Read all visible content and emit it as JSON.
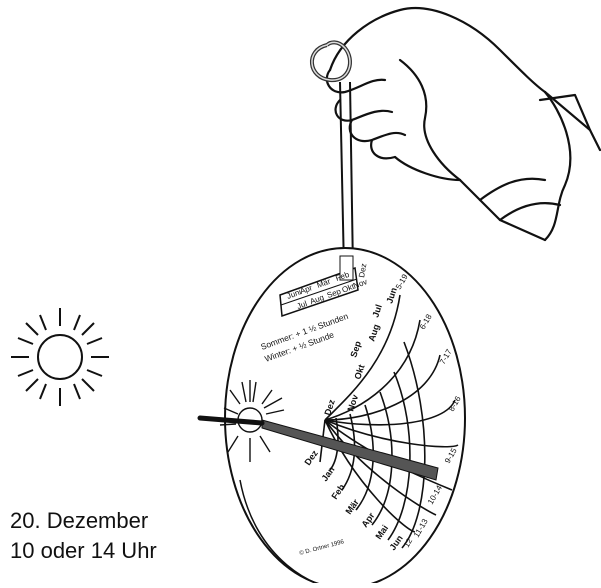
{
  "caption": {
    "line1": "20. Dezember",
    "line2": "10 oder 14 Uhr"
  },
  "dial": {
    "month_boxes_top": [
      "Juni",
      "Mai",
      "Apr",
      "Mär",
      "Feb",
      "Dez"
    ],
    "month_boxes_bottom": [
      "Jul",
      "Aug",
      "Sep",
      "Okt",
      "Nov"
    ],
    "correction_summer": "Sommer: + 1 ½ Stunden",
    "correction_winter": "Winter:  +  ½ Stunde",
    "month_labels_top": [
      "Jun",
      "Jul",
      "Aug",
      "Sep",
      "Okt",
      "Nov",
      "Dez"
    ],
    "month_labels_bottom": [
      "Dez",
      "Jan",
      "Feb",
      "Mär",
      "Apr",
      "Mai",
      "Jun"
    ],
    "hour_labels": [
      "5-19",
      "6-18",
      "7-17",
      "8-16",
      "9-15",
      "10-14",
      "11-13",
      "12"
    ],
    "copyright": "© D. Ortner 1996"
  },
  "colors": {
    "ink": "#111111",
    "shadow": "#555555",
    "background": "#ffffff"
  }
}
